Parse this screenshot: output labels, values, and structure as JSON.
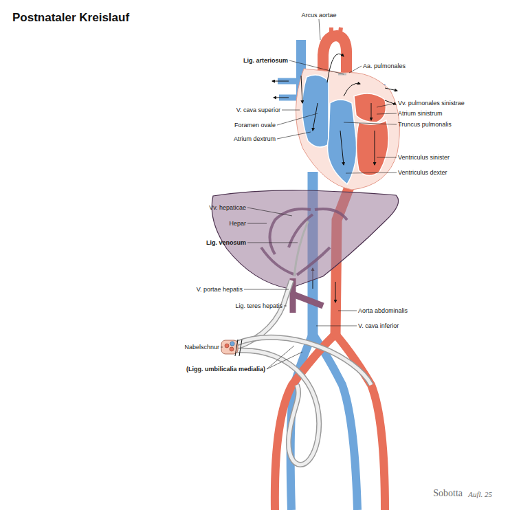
{
  "diagram": {
    "title": "Postnataler Kreislauf",
    "labels": [
      "Arcus aortae",
      "Lig. arteriosum",
      "Aa. pulmonales",
      "Vv. pulmonales sinistrae",
      "V. cava superior",
      "Atrium sinistrum",
      "Foramen ovale",
      "Truncus pulmonalis",
      "Atrium dextrum",
      "Ventriculus sinister",
      "Ventriculus dexter",
      "Vv. hepaticae",
      "Hepar",
      "Lig. venosum",
      "V. portae hepatis",
      "Lig. teres hepatis",
      "Aorta abdominalis",
      "V. cava inferior",
      "Nabelschnur",
      "(Ligg. umbilicalia medialia)",
      "Sobotta",
      "Aufl. 25"
    ]
  }
}
